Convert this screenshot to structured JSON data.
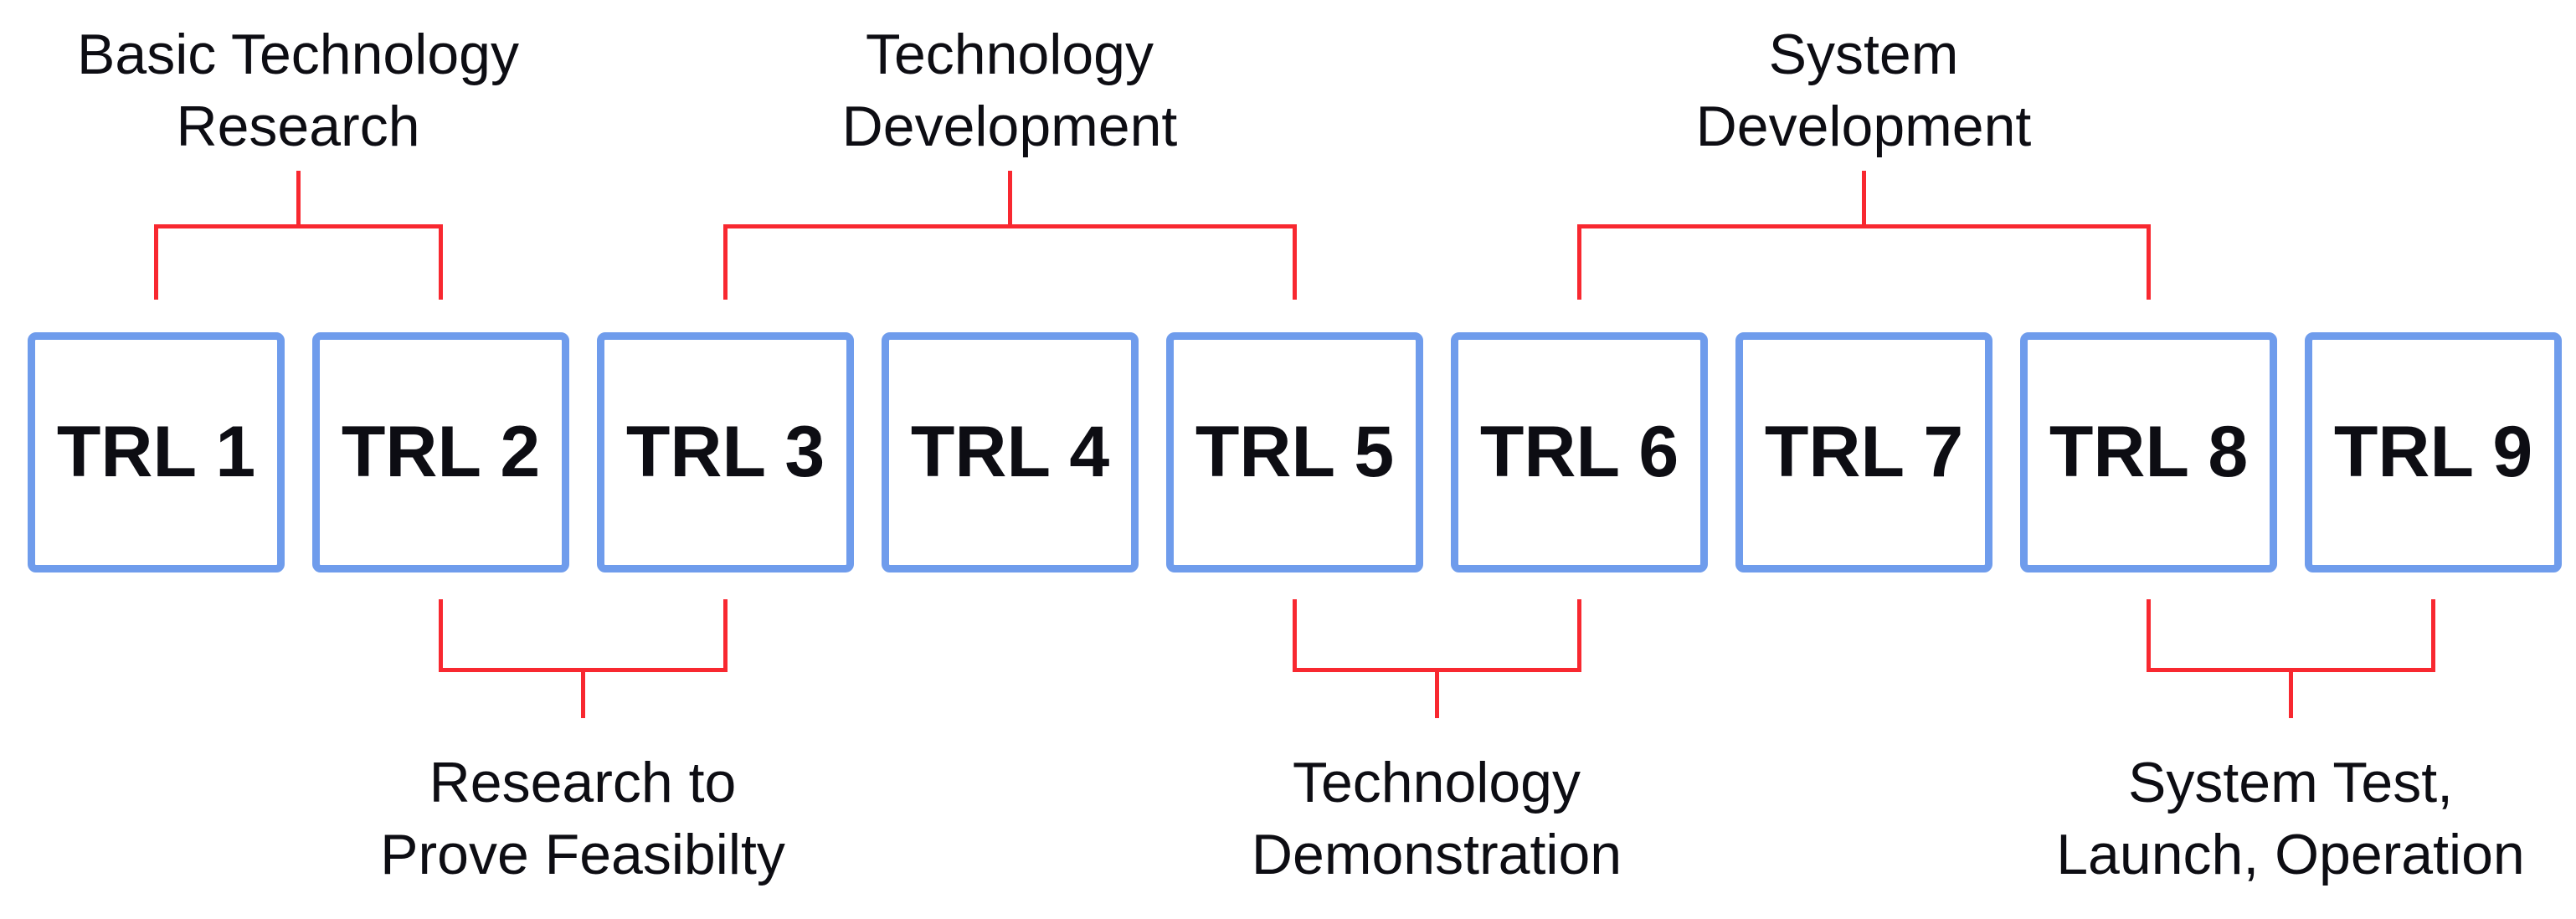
{
  "diagram": {
    "boxes": [
      {
        "label": "TRL 1"
      },
      {
        "label": "TRL 2"
      },
      {
        "label": "TRL 3"
      },
      {
        "label": "TRL 4"
      },
      {
        "label": "TRL 5"
      },
      {
        "label": "TRL 6"
      },
      {
        "label": "TRL 7"
      },
      {
        "label": "TRL 8"
      },
      {
        "label": "TRL 9"
      }
    ],
    "top_groups": [
      {
        "line1": "Basic Technology",
        "line2": "Research",
        "spans": "TRL 1 - TRL 2"
      },
      {
        "line1": "Technology",
        "line2": "Development",
        "spans": "TRL 3 - TRL 5"
      },
      {
        "line1": "System",
        "line2": "Development",
        "spans": "TRL 6 - TRL 8"
      }
    ],
    "bottom_groups": [
      {
        "line1": "Research to",
        "line2": "Prove Feasibilty",
        "spans": "TRL 2 - TRL 3"
      },
      {
        "line1": "Technology",
        "line2": "Demonstration",
        "spans": "TRL 5 - TRL 6"
      },
      {
        "line1": "System Test,",
        "line2": "Launch, Operation",
        "spans": "TRL 8 - TRL 9"
      }
    ],
    "colors": {
      "box_border": "#6f9cec",
      "bracket_line": "#f82830",
      "text": "#0d0d13",
      "background": "#ffffff"
    }
  }
}
